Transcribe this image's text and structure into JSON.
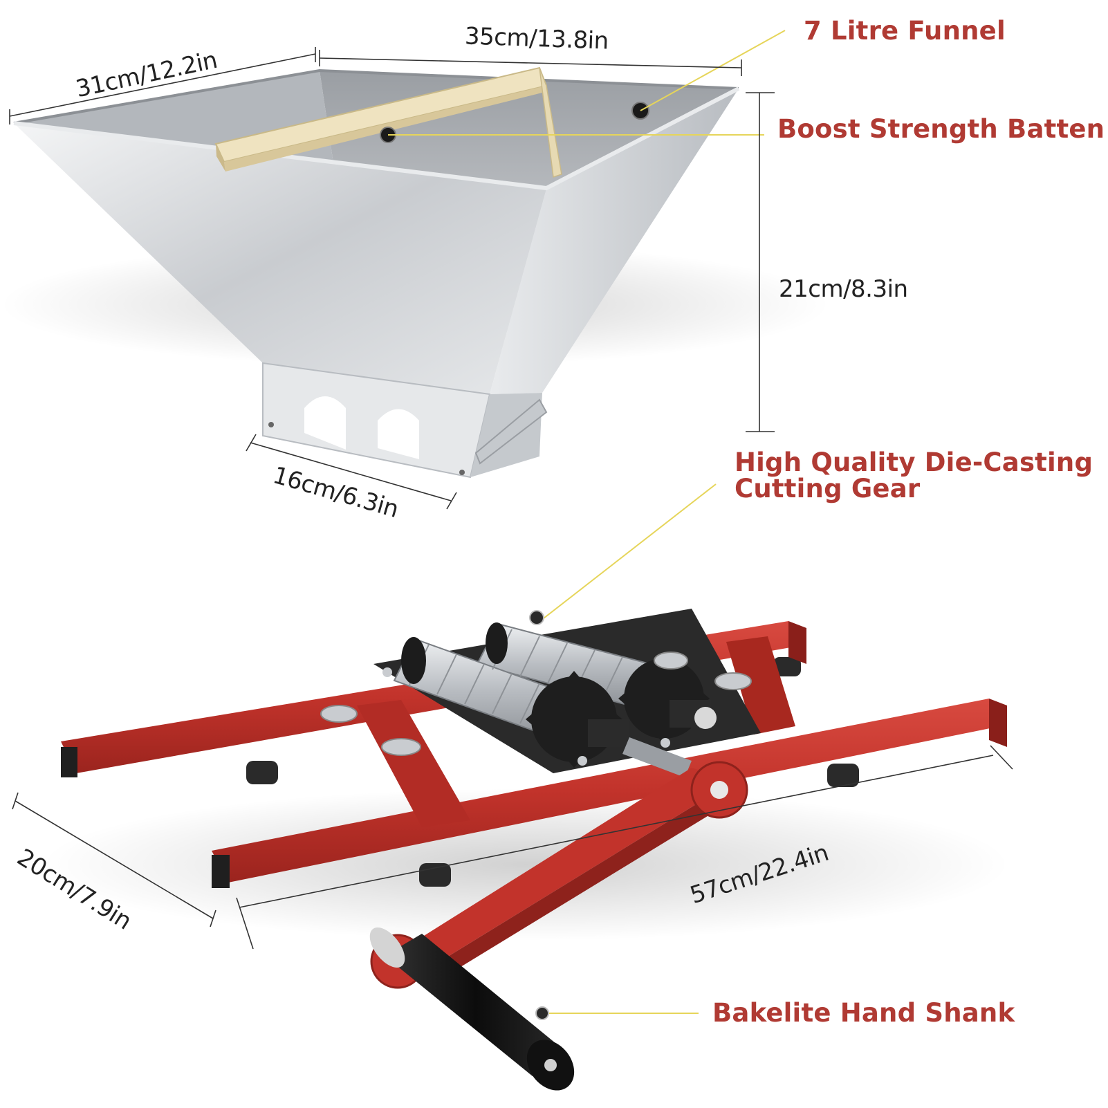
{
  "callouts": {
    "funnel": "7 Litre Funnel",
    "batten": "Boost Strength Batten",
    "gear_line1": "High Quality Die-Casting",
    "gear_line2": "Cutting Gear",
    "handle": "Bakelite Hand Shank"
  },
  "dimensions": {
    "funnel_depth": "31cm/12.2in",
    "funnel_width": "35cm/13.8in",
    "funnel_height": "21cm/8.3in",
    "funnel_outlet": "16cm/6.3in",
    "base_width": "20cm/7.9in",
    "base_length": "57cm/22.4in"
  },
  "colors": {
    "label_red": "#b03a33",
    "frame_red": "#c2332b",
    "leader_yellow": "#e6d55a",
    "steel": "#d4d7da",
    "batten": "#f1e6c4"
  }
}
